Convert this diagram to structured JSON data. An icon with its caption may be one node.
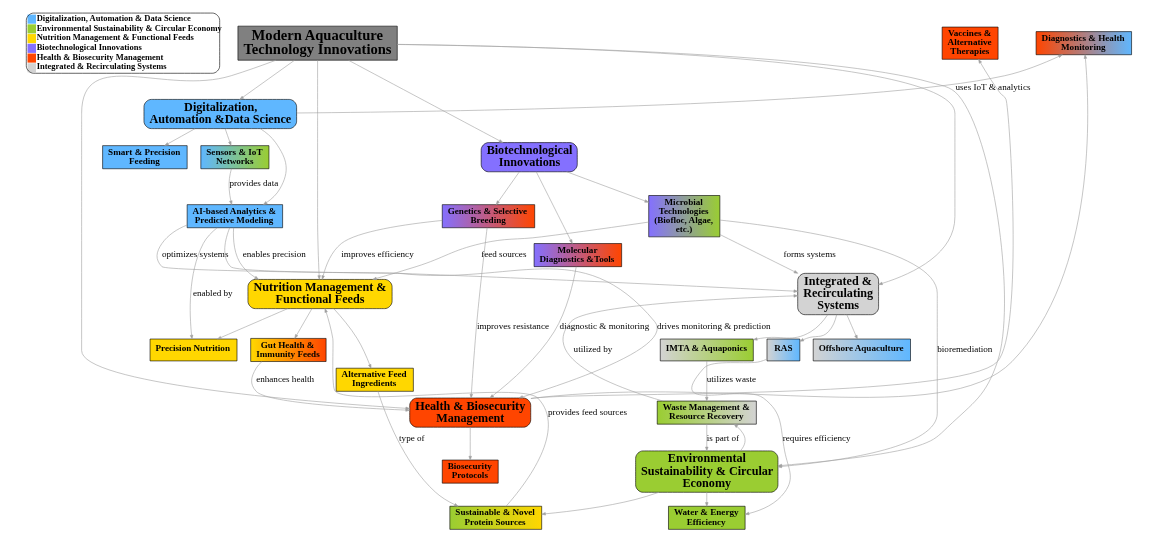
{
  "diagram": {
    "nodes": [
      {
        "text": [
          "Modern Aquaculture Technology Innovations"
        ]
      },
      {
        "text": [
          "Digitalization, Automation &Data Science"
        ]
      },
      {
        "text": [
          "Biotechnological Innovations"
        ]
      },
      {
        "text": [
          "Sensors & IoT Networks"
        ]
      },
      {
        "text": [
          "Smart & Precision Feeding"
        ]
      },
      {
        "text": [
          "Molecular Diagnostics &Tools"
        ]
      },
      {
        "text": [
          "Genetics & Selective Breeding"
        ]
      },
      {
        "text": [
          "AI-based Analytics & Predictive Modeling"
        ]
      },
      {
        "text": [
          "Microbial Technologies (Biofloc, Algae, etc.)"
        ]
      },
      {
        "text": [
          "Nutrition Management & Functional Feeds"
        ]
      },
      {
        "text": [
          "Integrated & Recirculating Systems"
        ]
      },
      {
        "text": [
          "Precision Nutrition"
        ]
      },
      {
        "text": [
          "Gut Health & Immunity Feeds"
        ]
      },
      {
        "text": [
          "Alternative Feed Ingredients"
        ]
      },
      {
        "text": [
          "IMTA & Aquaponics"
        ]
      },
      {
        "text": [
          "Offshore Aquaculture"
        ]
      },
      {
        "text": [
          "RAS"
        ]
      },
      {
        "text": [
          "Health & Biosecurity Management"
        ]
      },
      {
        "text": [
          "Waste Management & Resource Recovery"
        ]
      },
      {
        "text": [
          "Biosecurity Protocols"
        ]
      },
      {
        "text": [
          "Vaccines & Alternative Therapies"
        ]
      },
      {
        "text": [
          "Diagnostics & Health Monitoring"
        ]
      },
      {
        "text": [
          "Environmental Sustainability & Circular Economy"
        ]
      },
      {
        "text": [
          "Sustainable & Novel Protein Sources"
        ]
      },
      {
        "text": [
          "Water & Energy Efficiency"
        ]
      }
    ],
    "edges": [
      {
        "from": 0,
        "to": 1,
        "arrow": "to"
      },
      {
        "from": 0,
        "to": 2,
        "arrow": "to"
      },
      {
        "from": 0,
        "to": 9,
        "arrow": "to"
      },
      {
        "from": 0,
        "to": 10,
        "arrow": "to"
      },
      {
        "from": 0,
        "to": 17,
        "arrow": "to"
      },
      {
        "from": 0,
        "to": 22,
        "arrow": "to"
      },
      {
        "from": 1,
        "to": 3,
        "arrow": "to"
      },
      {
        "from": 1,
        "to": 4,
        "arrow": "to"
      },
      {
        "from": 1,
        "to": 7,
        "arrow": "to"
      },
      {
        "from": 2,
        "to": 5,
        "arrow": "to"
      },
      {
        "from": 2,
        "to": 6,
        "arrow": "to"
      },
      {
        "from": 2,
        "to": 8,
        "arrow": "to"
      },
      {
        "from": 3,
        "to": 7,
        "label": "provides data",
        "arrow": "to"
      },
      {
        "from": 1,
        "to": 21,
        "label": "uses IoT & analytics",
        "arrow": "to"
      },
      {
        "from": 7,
        "to": 9,
        "label": "enables precision",
        "arrow": "to"
      },
      {
        "from": 6,
        "to": 9,
        "label": "improves efficiency",
        "arrow": "to"
      },
      {
        "from": 7,
        "to": 11,
        "label": "enabled by",
        "arrow": "to"
      },
      {
        "from": 7,
        "to": 10,
        "label": "optimizes systems",
        "arrow": "to"
      },
      {
        "from": 8,
        "to": 9,
        "label": "feed sources",
        "arrow": "to"
      },
      {
        "from": 8,
        "to": 10,
        "label": "forms systems",
        "arrow": "to"
      },
      {
        "from": 8,
        "to": 22,
        "label": "bioremediation",
        "arrow": "to"
      },
      {
        "from": 5,
        "to": 17,
        "label": "diagnostic & monitoring",
        "arrow": "to"
      },
      {
        "from": 6,
        "to": 17,
        "label": "improves resistance",
        "arrow": "to"
      },
      {
        "from": 7,
        "to": 17,
        "label": "drives monitoring & prediction",
        "arrow": "to"
      },
      {
        "from": 9,
        "to": 11,
        "arrow": "to"
      },
      {
        "from": 9,
        "to": 12,
        "arrow": "to"
      },
      {
        "from": 9,
        "to": 13,
        "arrow": "to"
      },
      {
        "from": 10,
        "to": 14,
        "arrow": "to"
      },
      {
        "from": 10,
        "to": 15,
        "arrow": "to"
      },
      {
        "from": 10,
        "to": 16,
        "arrow": "to"
      },
      {
        "from": 12,
        "to": 17,
        "label": "enhances health",
        "arrow": "to"
      },
      {
        "from": 23,
        "to": 9,
        "label": "provides feed sources",
        "arrow": "to"
      },
      {
        "from": 13,
        "to": 23,
        "label": "type of",
        "arrow": "to"
      },
      {
        "from": 18,
        "to": 10,
        "label": "utilized by",
        "arrow": "to"
      },
      {
        "from": 14,
        "to": 18,
        "label": "utilizes waste",
        "arrow": "to"
      },
      {
        "from": 17,
        "to": 19,
        "arrow": "to"
      },
      {
        "from": 17,
        "to": 20,
        "arrow": "to"
      },
      {
        "from": 17,
        "to": 21,
        "arrow": "to"
      },
      {
        "from": 22,
        "to": 18,
        "arrow": "to"
      },
      {
        "from": 18,
        "to": 22,
        "label": "is part of",
        "arrow": "to"
      },
      {
        "from": 22,
        "to": 23,
        "arrow": "to"
      },
      {
        "from": 22,
        "to": 24,
        "arrow": "to"
      },
      {
        "from": 16,
        "to": 24,
        "label": "requires efficiency",
        "arrow": "to"
      }
    ],
    "legend": [
      {
        "text": "Digitalization, Automation & Data Science",
        "color": "#5fb7ff"
      },
      {
        "text": "Environmental Sustainability & Circular Economy",
        "color": "#9acd32"
      },
      {
        "text": "Nutrition Management & Functional Feeds",
        "color": "#ffd700"
      },
      {
        "text": "Biotechnological Innovations",
        "color": "#8470ff"
      },
      {
        "text": "Health & Biosecurity Management",
        "color": "#ff4500"
      },
      {
        "text": "Integrated & Recirculating Systems",
        "color": "#d3d3d3"
      }
    ]
  }
}
